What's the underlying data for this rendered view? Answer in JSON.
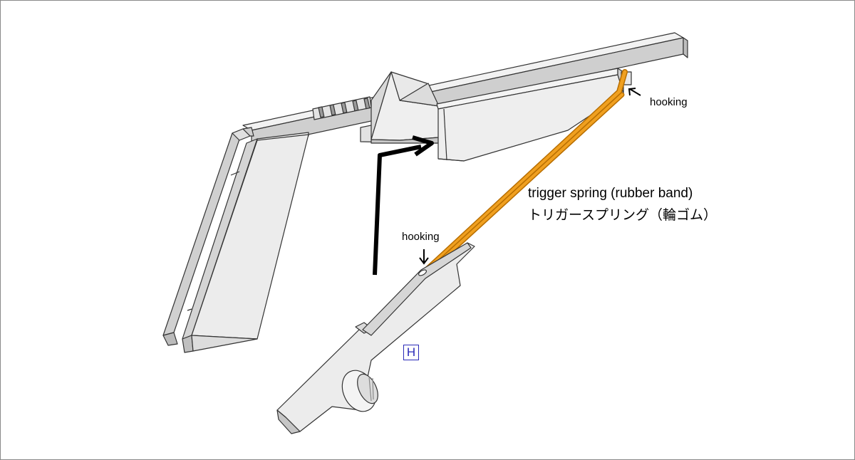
{
  "labels": {
    "hooking_right": "hooking",
    "hooking_left": "hooking",
    "spring_en": "trigger spring (rubber band)",
    "spring_ja": "トリガースプリング（輪ゴム）",
    "part_letter": "H"
  },
  "colors": {
    "part_fill": "#eeeeee",
    "part_side": "#d2d2d2",
    "part_dark": "#b8b8b8",
    "outline": "#333333",
    "rubber_band": "#f0a020",
    "rubber_band_edge": "#b86e00",
    "arrow": "#000000",
    "part_label": "#2a2ab8"
  }
}
